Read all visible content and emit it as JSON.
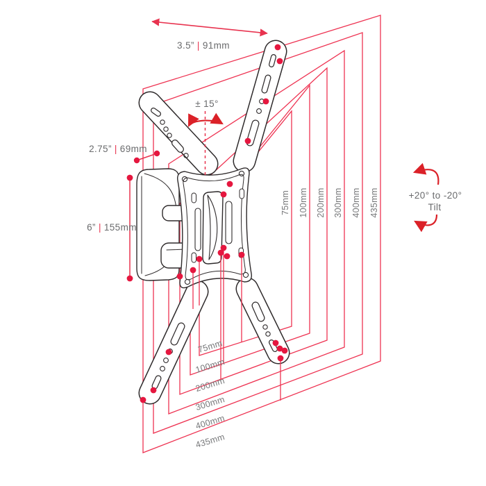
{
  "annotations": {
    "width": {
      "inches": "3.5”",
      "sep": "|",
      "mm": "91mm"
    },
    "depth": {
      "inches": "2.75”",
      "sep": "|",
      "mm": "69mm"
    },
    "height": {
      "inches": "6”",
      "sep": "|",
      "mm": "155mm"
    },
    "swivel": "± 15°",
    "tilt_range": "+20° to -20°",
    "tilt_word": "Tilt"
  },
  "vesa": {
    "sizes": [
      "75mm",
      "100mm",
      "200mm",
      "300mm",
      "400mm",
      "435mm"
    ]
  },
  "colors": {
    "dimension_red": "#e8334f",
    "dot_red": "#e5173f",
    "tilt_arrow_red": "#db2128",
    "text_gray": "#6a6b6d",
    "mount_outline": "#2e2a2b"
  }
}
